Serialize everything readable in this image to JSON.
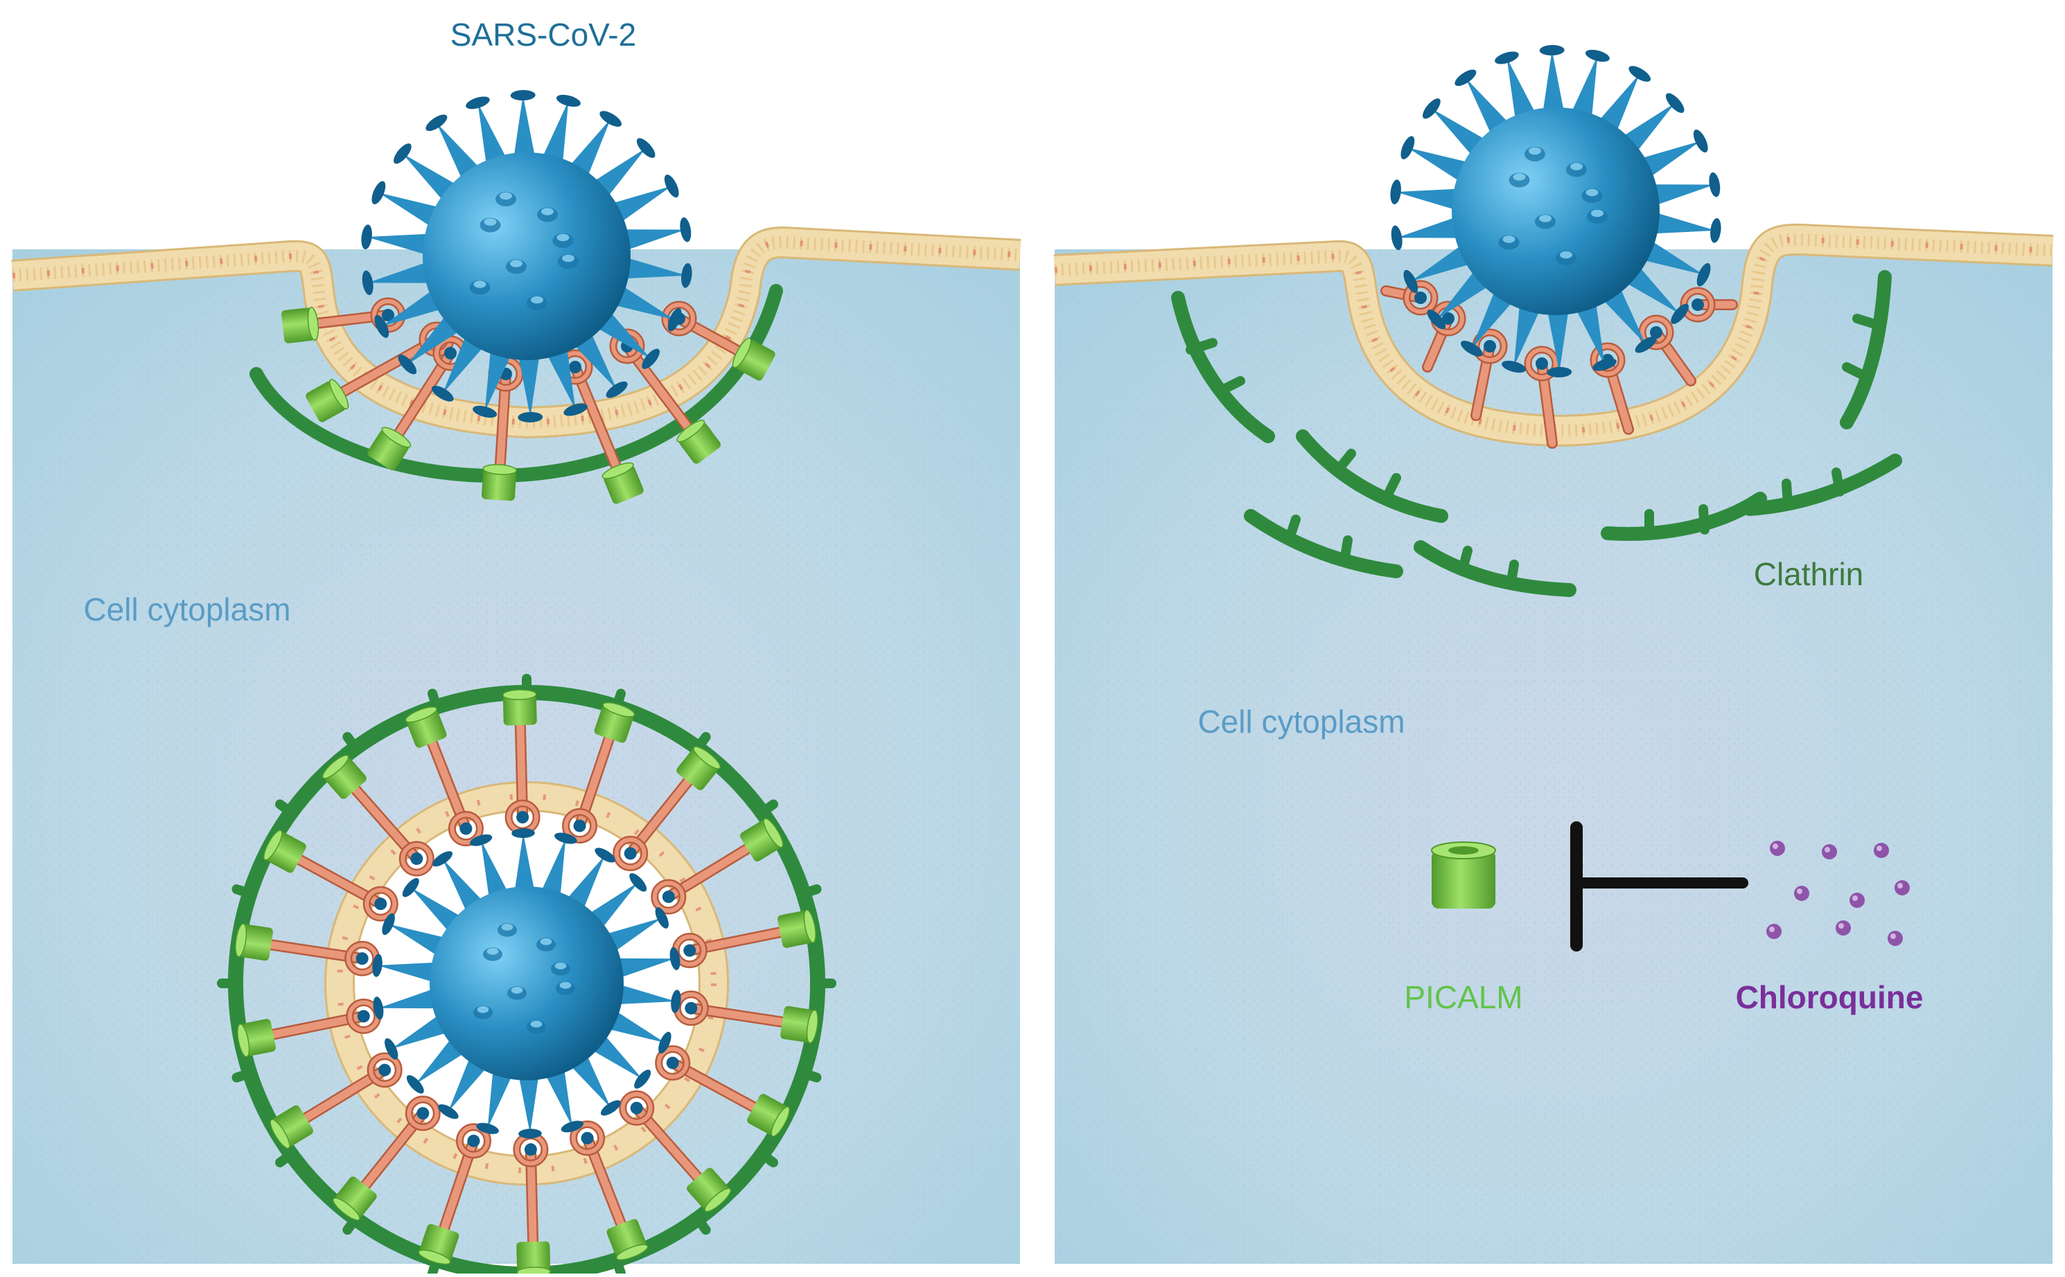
{
  "labels": {
    "virus": "SARS-CoV-2",
    "cytoplasm_left": "Cell cytoplasm",
    "cytoplasm_right": "Cell cytoplasm",
    "clathrin": "Clathrin",
    "picalm": "PICALM",
    "chloroquine": "Chloroquine"
  },
  "colors": {
    "cytoplasm": "#b9d9e6",
    "membrane": "#f1dcae",
    "membrane_dots": "#e07b6a",
    "virus": "#2a8fc4",
    "virus_light": "#6cc3ee",
    "virus_dark": "#105f8c",
    "receptor": "#e8977a",
    "receptor_ring": "#b85c3d",
    "clathrin": "#2f8a3e",
    "picalm": "#7ec947",
    "picalm_dark": "#4f9a2a",
    "chloroquine": "#8e54a9",
    "inhibitor": "#111111",
    "label_virus": "#1f6f99",
    "label_cytoplasm": "#5a9cc6",
    "label_clathrin": "#3d7a3d",
    "label_picalm": "#63c34a",
    "label_chloroquine": "#7a2f9b"
  },
  "icons": [
    "virus-icon",
    "receptor-icon",
    "picalm-icon",
    "clathrin-lattice",
    "chloroquine-particles",
    "inhibition-arrow"
  ]
}
